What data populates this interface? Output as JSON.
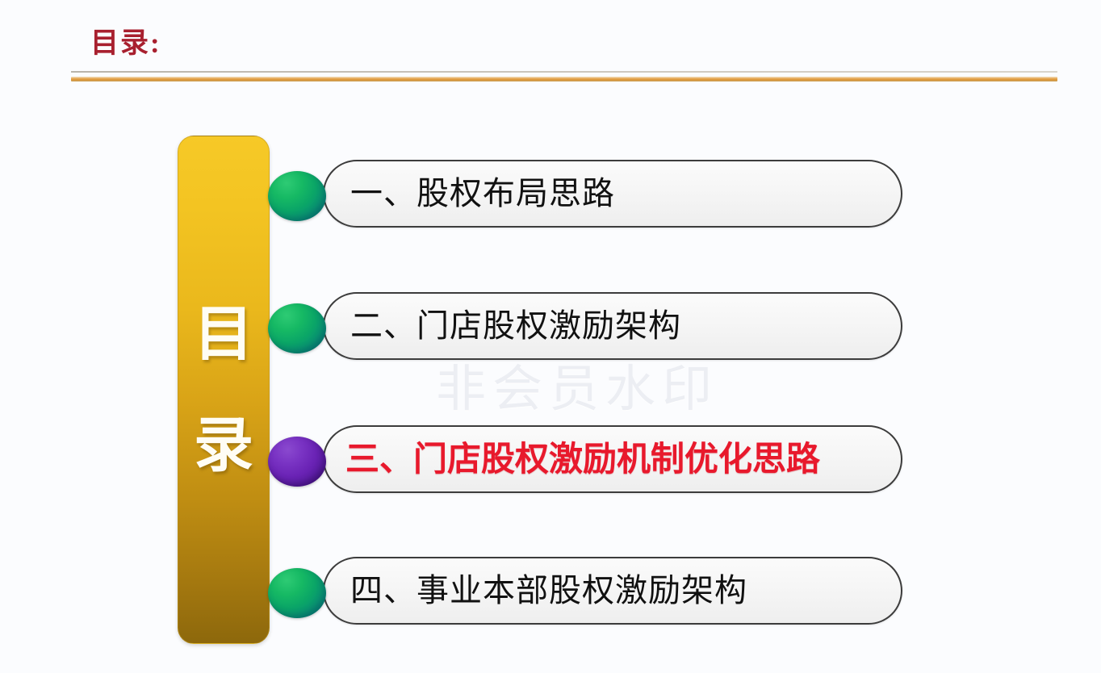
{
  "slide": {
    "background_color": "#fbfcfe",
    "header": {
      "title": "目录:",
      "title_color": "#a8202f",
      "rule_thin_color": "#cfcac1",
      "rule_thick_color": "#d99335"
    },
    "side_bar": {
      "label_top": "目",
      "label_bottom": "录",
      "gradient_from": "#f6c927",
      "gradient_to": "#8d680c",
      "text_color": "#fffdf4"
    },
    "watermark": {
      "text": "非会员水印",
      "color": "#eceef3"
    },
    "toc": {
      "items": [
        {
          "label": "一、股权布局思路",
          "bullet_color": "#0aa567",
          "bullet_style": "green",
          "highlighted": false,
          "text_color": "#111111"
        },
        {
          "label": "二、门店股权激励架构",
          "bullet_color": "#0aa567",
          "bullet_style": "green",
          "highlighted": false,
          "text_color": "#111111"
        },
        {
          "label": "三、门店股权激励机制优化思路",
          "bullet_color": "#6a23b5",
          "bullet_style": "purple",
          "highlighted": true,
          "text_color": "#e8192c"
        },
        {
          "label": "四、事业本部股权激励架构",
          "bullet_color": "#0aa567",
          "bullet_style": "green",
          "highlighted": false,
          "text_color": "#111111"
        }
      ]
    }
  }
}
